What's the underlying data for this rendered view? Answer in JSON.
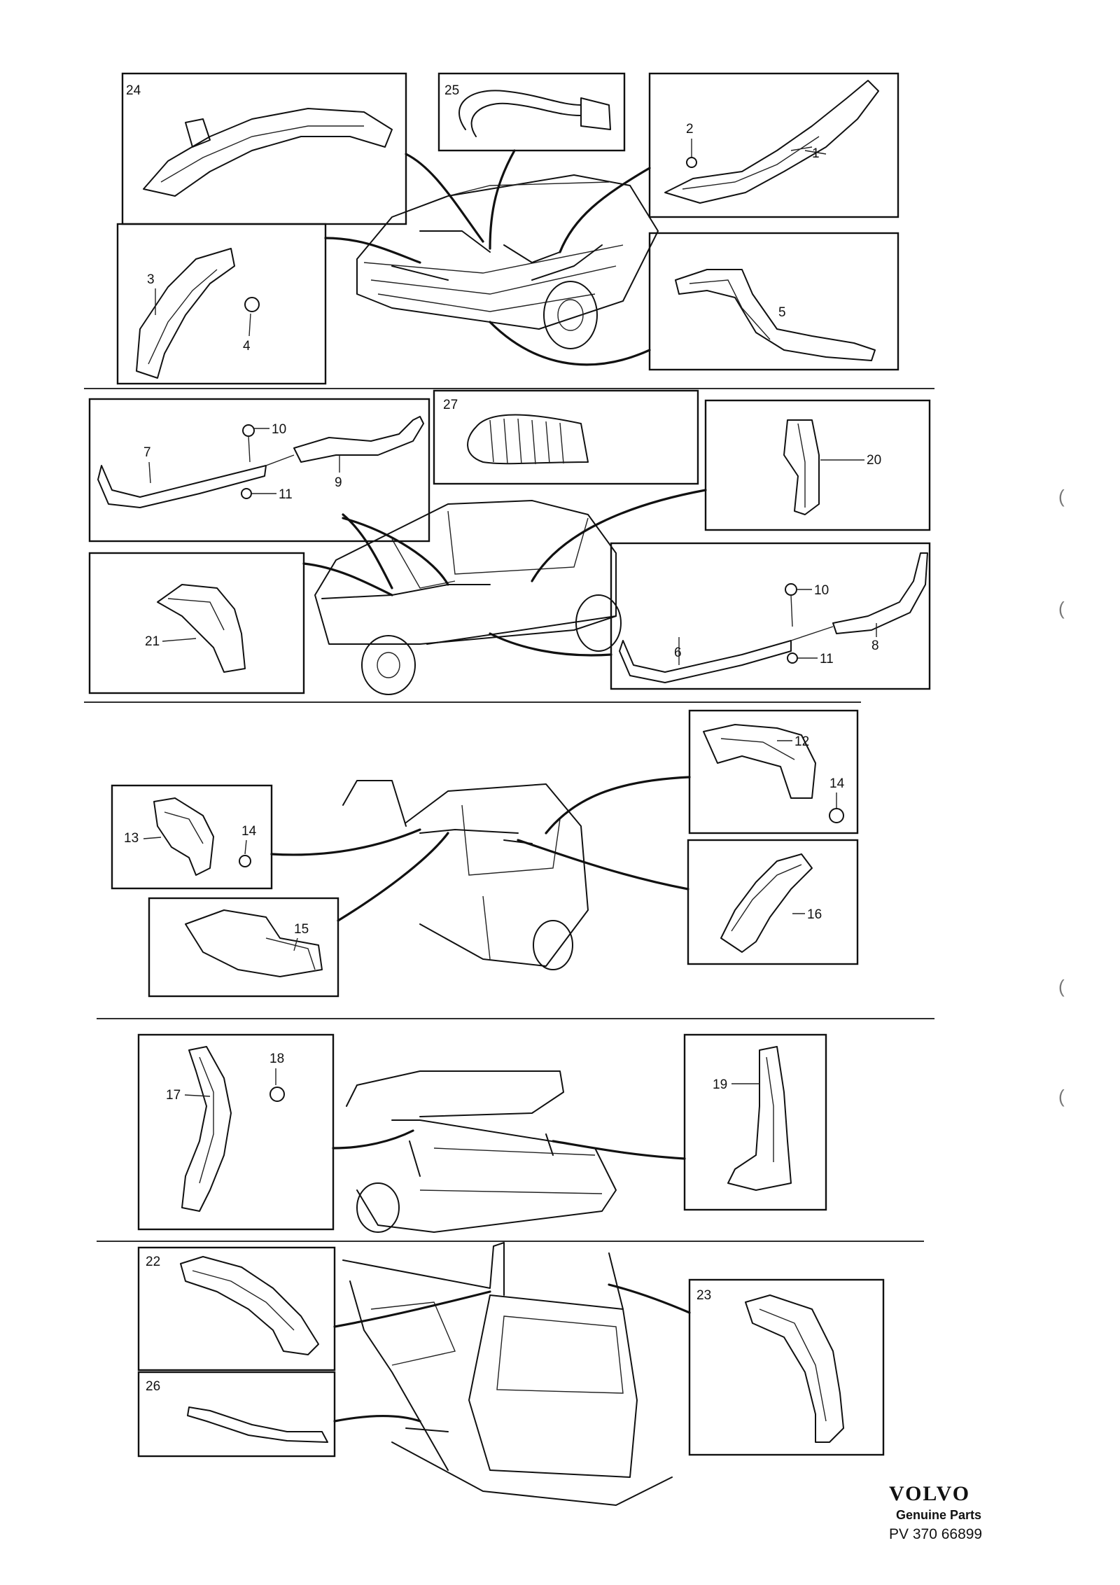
{
  "callouts": {
    "c1": "1",
    "c2": "2",
    "c3": "3",
    "c4": "4",
    "c5": "5",
    "c6": "6",
    "c7": "7",
    "c8": "8",
    "c9": "9",
    "c10a": "10",
    "c10b": "10",
    "c11a": "11",
    "c11b": "11",
    "c12": "12",
    "c13": "13",
    "c14a": "14",
    "c14b": "14",
    "c15": "15",
    "c16": "16",
    "c17": "17",
    "c18": "18",
    "c19": "19",
    "c20": "20",
    "c21": "21",
    "c22": "22",
    "c23": "23",
    "c24": "24",
    "c25": "25",
    "c26": "26",
    "c27": "27"
  },
  "brand": {
    "logo": "VOLVO",
    "tagline": "Genuine Parts",
    "catalog_code": "PV 370  66899"
  },
  "margin_marks": [
    "(",
    "(",
    "(",
    "("
  ]
}
